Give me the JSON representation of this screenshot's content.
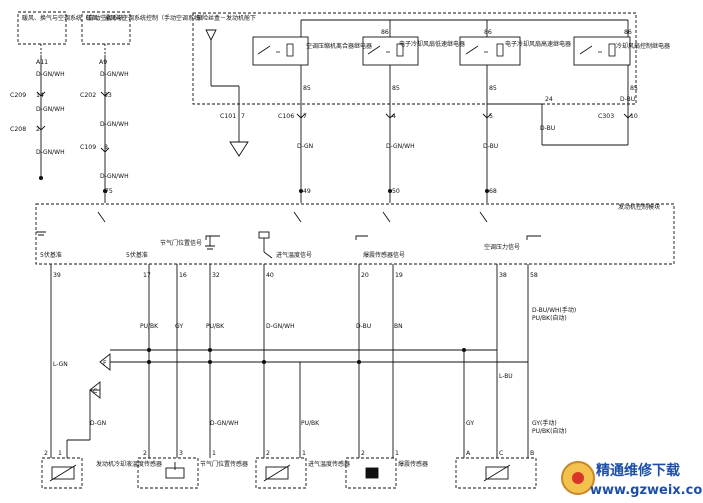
{
  "top_boxes": {
    "left": "暖风、换气与空调系统（自动空调系统）",
    "right": "暖风、通风与空调系统控制（手动空调系统）"
  },
  "fuse_box": {
    "title": "保险丝盒－发动机舱下",
    "relay1": "空调压缩机离合器继电器",
    "relay2": "电子冷却风扇低速继电器",
    "relay3": "电子冷却风扇高速继电器",
    "relay4": "冷却风扇控制继电器"
  },
  "ecm": {
    "title": "发动机控制模块"
  },
  "pins": {
    "a11": "A11",
    "a9": "A9",
    "p14": "14",
    "p33": "33",
    "p2": "2",
    "p8": "8",
    "p75": "75",
    "p7a": "7",
    "p7b": "7",
    "p4": "4",
    "p5": "5",
    "p24": "24",
    "p10": "10",
    "p85a": "85",
    "p85b": "85",
    "p85c": "85",
    "p85d": "85",
    "p86a": "86",
    "p86b": "86",
    "p86c": "86",
    "p49": "49",
    "p50": "50",
    "p68": "68",
    "p39": "39",
    "p17": "17",
    "p16": "16",
    "p32": "32",
    "p40": "40",
    "p20": "20",
    "p19": "19",
    "p38": "38",
    "p58": "58",
    "s1a": "1",
    "s2a": "2",
    "s2b": "2",
    "s3b": "3",
    "s1b": "1",
    "s2c": "2",
    "s1c": "1",
    "s2d": "2",
    "s1d": "1",
    "sA": "A",
    "sC": "C",
    "sB": "B"
  },
  "connectors": {
    "c209": "C209",
    "c208": "C208",
    "c202": "C202",
    "c109": "C109",
    "c101": "C101",
    "c106": "C106",
    "c303": "C303"
  },
  "wires": {
    "dgnwh1": "D-GN/WH",
    "dgnwh2": "D-GN/WH",
    "dgnwh3": "D-GN/WH",
    "dgnwh4": "D-GN/WH",
    "dgnwh5": "D-GN/WH",
    "dgnwh6": "D-GN/WH",
    "dgn1": "D-GN",
    "dgnwh7": "D-GN/WH",
    "dbu1": "D-BU",
    "dbu2": "D-BU",
    "dbu3": "D-BU",
    "pubk1": "PU/BK",
    "gy1": "GY",
    "pubk2": "PU/BK",
    "dgnwh8": "D-GN/WH",
    "dbu4": "D-BU",
    "bn1": "BN",
    "lgn": "L-GN",
    "dgn2": "D-GN",
    "dgnwh9": "D-GN/WH",
    "pubk3": "PU/BK",
    "lbu": "L-BU",
    "gy2": "GY",
    "dbuwh_manual": "D-BU/WH(手动)",
    "pubk_auto": "PU/BK(自动)",
    "gy_manual": "GY(手动)",
    "pubk_auto2": "PU/BK(自动)"
  },
  "ecm_signals": {
    "ref5v_1": "5伏基准",
    "ref5v_2": "5伏基准",
    "throttle_sig": "节气门位置信号",
    "iat_sig": "进气温度信号",
    "knock_sig": "爆震传感器信号",
    "ac_pressure_sig": "空调压力信号"
  },
  "sensors": {
    "ect": "发动机冷却液温度传感器",
    "tps": "节气门位置传感器",
    "iat": "进气温度传感器",
    "knock": "爆震传感器"
  },
  "markers": {
    "f": "F",
    "c": "C"
  },
  "watermark": {
    "text": "精通维修下载",
    "url": "www.gzweix.com"
  }
}
